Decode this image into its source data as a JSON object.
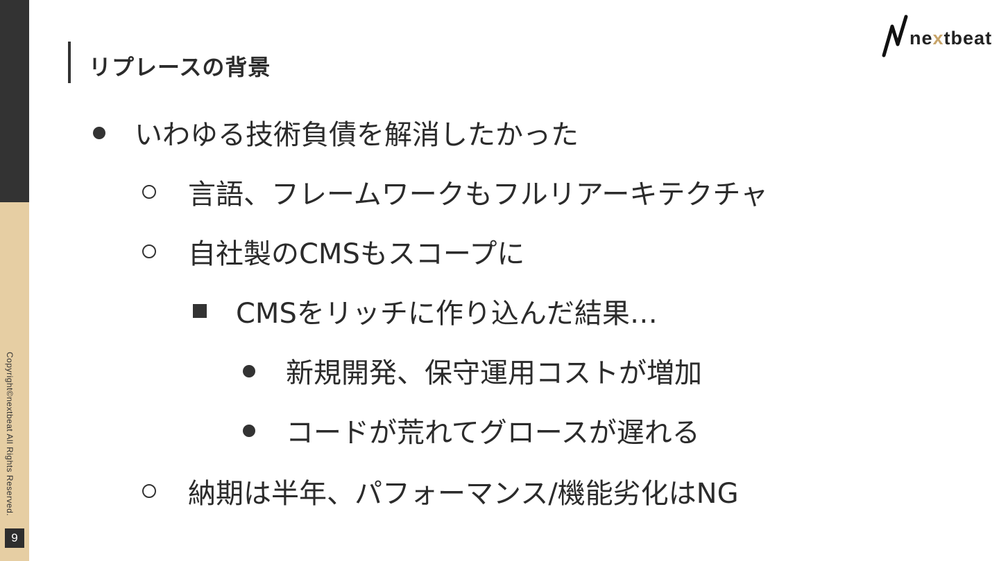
{
  "slide": {
    "title": "リプレースの背景",
    "page_number": "9",
    "copyright": "Copyright©nextbeat All Rights Reserved.",
    "logo": {
      "text_pre": "ne",
      "text_x": "x",
      "text_post": "tbeat",
      "icon": "nextbeat-n-logo-icon"
    },
    "accent_colors": {
      "dark": "#333333",
      "beige": "#e6cea3",
      "logo_x": "#c8a56a"
    }
  },
  "bullets": [
    {
      "level": 1,
      "marker": "disc",
      "text": "いわゆる技術負債を解消したかった"
    },
    {
      "level": 2,
      "marker": "circle",
      "text": "言語、フレームワークもフルリアーキテクチャ"
    },
    {
      "level": 2,
      "marker": "circle",
      "text": "自社製のCMSもスコープに"
    },
    {
      "level": 3,
      "marker": "square",
      "text": "CMSをリッチに作り込んだ結果…"
    },
    {
      "level": 4,
      "marker": "disc",
      "text": "新規開発、保守運用コストが増加"
    },
    {
      "level": 4,
      "marker": "disc",
      "text": "コードが荒れてグロースが遅れる"
    },
    {
      "level": 2,
      "marker": "circle",
      "text": "納期は半年、パフォーマンス/機能劣化はNG"
    }
  ]
}
